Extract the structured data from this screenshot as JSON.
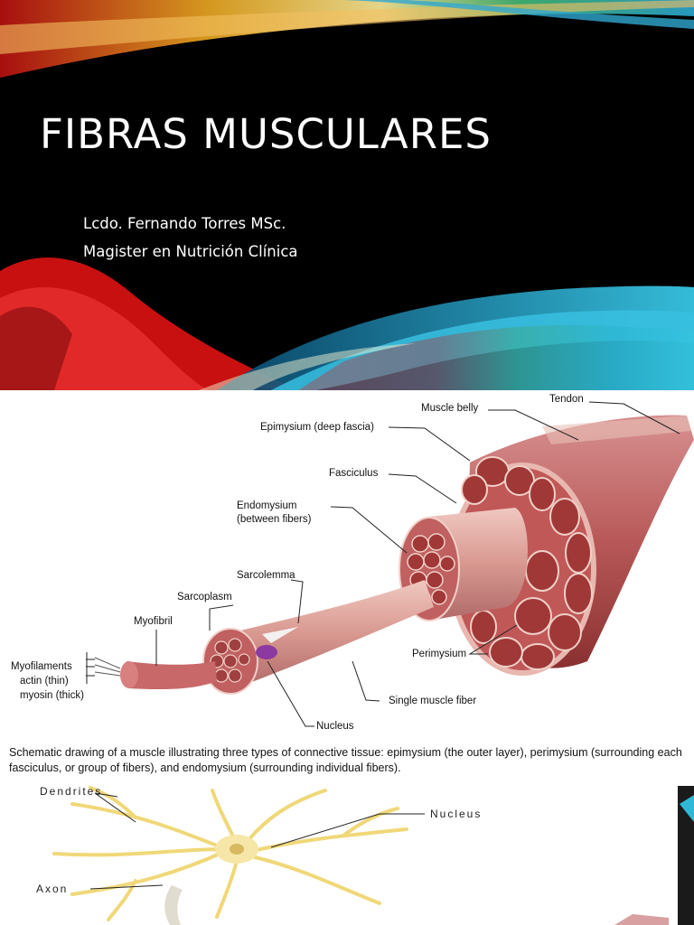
{
  "title_slide": {
    "title": "FIBRAS MUSCULARES",
    "author": "Lcdo. Fernando Torres MSc.",
    "degree": "Magister en Nutrición Clínica"
  },
  "muscle_diagram": {
    "labels": {
      "tendon": "Tendon",
      "muscle_belly": "Muscle belly",
      "epimysium": "Epimysium (deep fascia)",
      "fasciculus": "Fasciculus",
      "endomysium_1": "Endomysium",
      "endomysium_2": "(between fibers)",
      "sarcolemma": "Sarcolemma",
      "sarcoplasm": "Sarcoplasm",
      "myofibril": "Myofibril",
      "myofilaments": "Myofilaments",
      "actin": "actin (thin)",
      "myosin": "myosin (thick)",
      "perimysium": "Perimysium",
      "single_fiber": "Single muscle fiber",
      "nucleus": "Nucleus"
    },
    "caption": "Schematic drawing of a muscle illustrating three types of connective tissue: epimysium (the outer layer), perimysium (surrounding each fasciculus, or group of fibers), and endomysium (surrounding individual fibers)."
  },
  "neuron_diagram": {
    "labels": {
      "dendrites": "Dendrites",
      "nucleus": "Nucleus",
      "axon": "Axon"
    }
  }
}
